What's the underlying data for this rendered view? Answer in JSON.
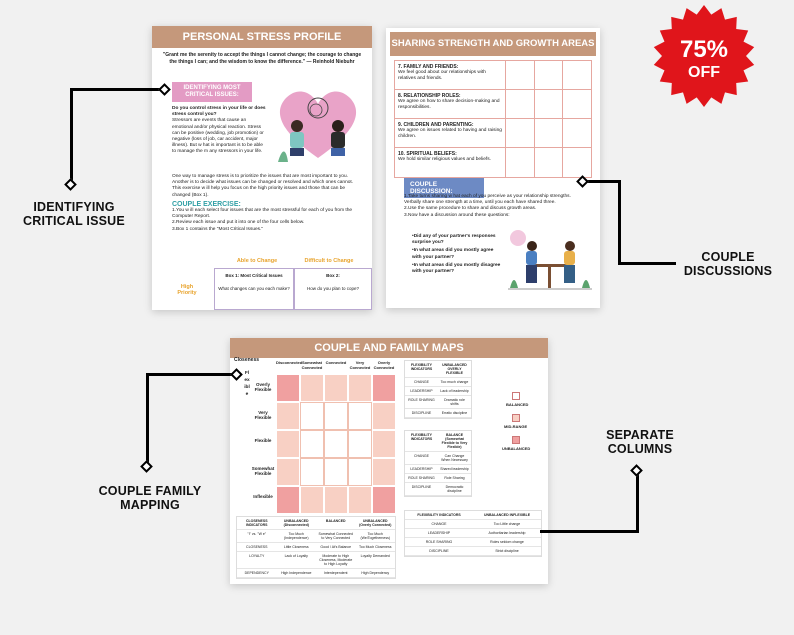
{
  "page1": {
    "title": "PERSONAL STRESS PROFILE",
    "quote": "\"Grant me the serenity to accept the things I cannot change; the courage to change the things I can; and the wisdom to know the difference.\" — Reinhold Niebuhr",
    "section_head": "IDENTIFYING MOST CRITICAL ISSUES:",
    "question": "Do you control stress in your life or does stress control you?",
    "para1": "Stressors are events that cause an emotional and/or physical reaction. Stress can be positive (wedding, job promotion) or negative (loss of job, car accident, major illness). But w hat is important is to be able to manage the m any stressors in your life.",
    "para2": "One way to manage stress is to prioritize the issues that are most important to you. Another is to decide what issues can be changed or resolved and which ones cannot. This exercise w ill help you focus on the high priority issues and those that can be changed (Box 1).",
    "exercise_head": "COUPLE EXERCISE:",
    "steps": [
      "1.You w ill each select four issues that are the most stressful for each of you from the Computer Report.",
      "2.Review each issue and put it into one of the four cells below.",
      "3.Box 1 contains the \"Most Critical Issues.\""
    ],
    "able": "Able to Change",
    "difficult": "Difficult to Change",
    "high_priority": "High Priority",
    "box1_title": "Box 1: Most Critical Issues",
    "box1_sub": "What changes can you each make?",
    "box2_title": "Box 2:",
    "box2_sub": "How do you plan to cope?"
  },
  "page2": {
    "title": "SHARING STRENGTH AND GROWTH AREAS",
    "rows": [
      {
        "head": "7. FAMILY AND FRIENDS:",
        "text": "We feel good about our relationships with relatives and friends."
      },
      {
        "head": "8. RELATIONSHIP ROLES:",
        "text": "We agree on how to share decision-making and responsibilities."
      },
      {
        "head": "9. CHILDREN AND PARENTING:",
        "text": "We agree on issues related to having and raising children."
      },
      {
        "head": "10. SPIRITUAL BELIEFS:",
        "text": "We hold similar religious values and beliefs."
      }
    ],
    "discussion_head": "COUPLE DISCUSSION:",
    "d1": "1.Take turns sharing w hat each of you perceive as your relationship strengths. Verbally share one strength at a time, until you each have shared three.",
    "d2": "2.Use the same procedure to share and discuss growth areas.",
    "d3": "3.Now have a discussion around these questions:",
    "bullets": [
      "Did any of your partner's responses surprise you?",
      "In what areas did you mostly agree with your partner?",
      "In what areas did you mostly disagree with your partner?"
    ]
  },
  "page3": {
    "title": "COUPLE AND FAMILY MAPS",
    "closeness": "Closeness",
    "flexible": "Flexible",
    "cols": [
      "Disconnected",
      "Somewhat Connected",
      "Connected",
      "Very Connected",
      "Overly Connected"
    ],
    "rows": [
      "Overly Flexible",
      "Very Flexible",
      "Flexible",
      "Somewhat Flexible",
      "Inflexible"
    ],
    "legend": [
      "BALANCED",
      "MID-RANGE",
      "UNBALANCED"
    ],
    "flex_table1": {
      "headers": [
        "FLEXIBILITY INDICATORS",
        "UNBALANCED OVERLY FLEXIBLE"
      ],
      "rows": [
        [
          "CHANGE",
          "Too much change"
        ],
        [
          "LEADERSHIP",
          "Lack of leadership"
        ],
        [
          "ROLE SHARING",
          "Dramatic role shifts"
        ],
        [
          "DISCIPLINE",
          "Erratic discipline"
        ]
      ]
    },
    "flex_table2": {
      "headers": [
        "FLEXIBILITY INDICATORS",
        "BALANCE (Somewhat Flexible to Very Flexible)"
      ],
      "rows": [
        [
          "CHANGE",
          "Can Change When Necessary"
        ],
        [
          "LEADERSHIP",
          "Shared leadership"
        ],
        [
          "ROLE SHARING",
          "Role Sharing"
        ],
        [
          "DISCIPLINE",
          "Democratic discipline"
        ]
      ]
    },
    "close_table": {
      "headers": [
        "CLOSENESS INDICATORS",
        "UNBALANCED (Disconnected)",
        "BALANCED",
        "UNBALANCED (Overly Connected)"
      ],
      "rows": [
        [
          "\"I\" vs. \"W e\"",
          "Too Much (Independence)",
          "Somewhat Connected to Very Connected",
          "Too Much (We/Togetherness)"
        ],
        [
          "CLOSENESS",
          "Little Closeness",
          "Good / At's Balance",
          "Too Much Closeness"
        ],
        [
          "LOYALTY",
          "Lack of Loyalty",
          "Moderate to High Closeness, Moderate to High Loyalty",
          "Loyalty Demanded"
        ],
        [
          "DEPENDENCY",
          "High Independence",
          "Interdependent",
          "High Dependency"
        ]
      ]
    },
    "flex_table3": {
      "headers": [
        "FLEXIBILITY INDICATORS",
        "UNBALANCED INFLEXIBLE"
      ],
      "rows": [
        [
          "CHANGE",
          "Too Little change"
        ],
        [
          "LEADERSHIP",
          "Authoritarian leadership"
        ],
        [
          "ROLE SHARING",
          "Roles seldom change"
        ],
        [
          "DISCIPLINE",
          "Strict discipline"
        ]
      ]
    }
  },
  "tags": {
    "identifying": "IDENTIFYING CRITICAL ISSUE",
    "discussions": "COUPLE DISCUSSIONS",
    "mapping": "COUPLE FAMILY MAPPING",
    "columns": "SEPARATE COLUMNS"
  },
  "badge": {
    "pct": "75%",
    "off": "OFF"
  },
  "colors": {
    "banner": "#c5987b",
    "unbalanced": "#f0a0a0",
    "midrange": "#f8d0c4",
    "balanced": "#ffffff",
    "badge": "#e0151b"
  }
}
